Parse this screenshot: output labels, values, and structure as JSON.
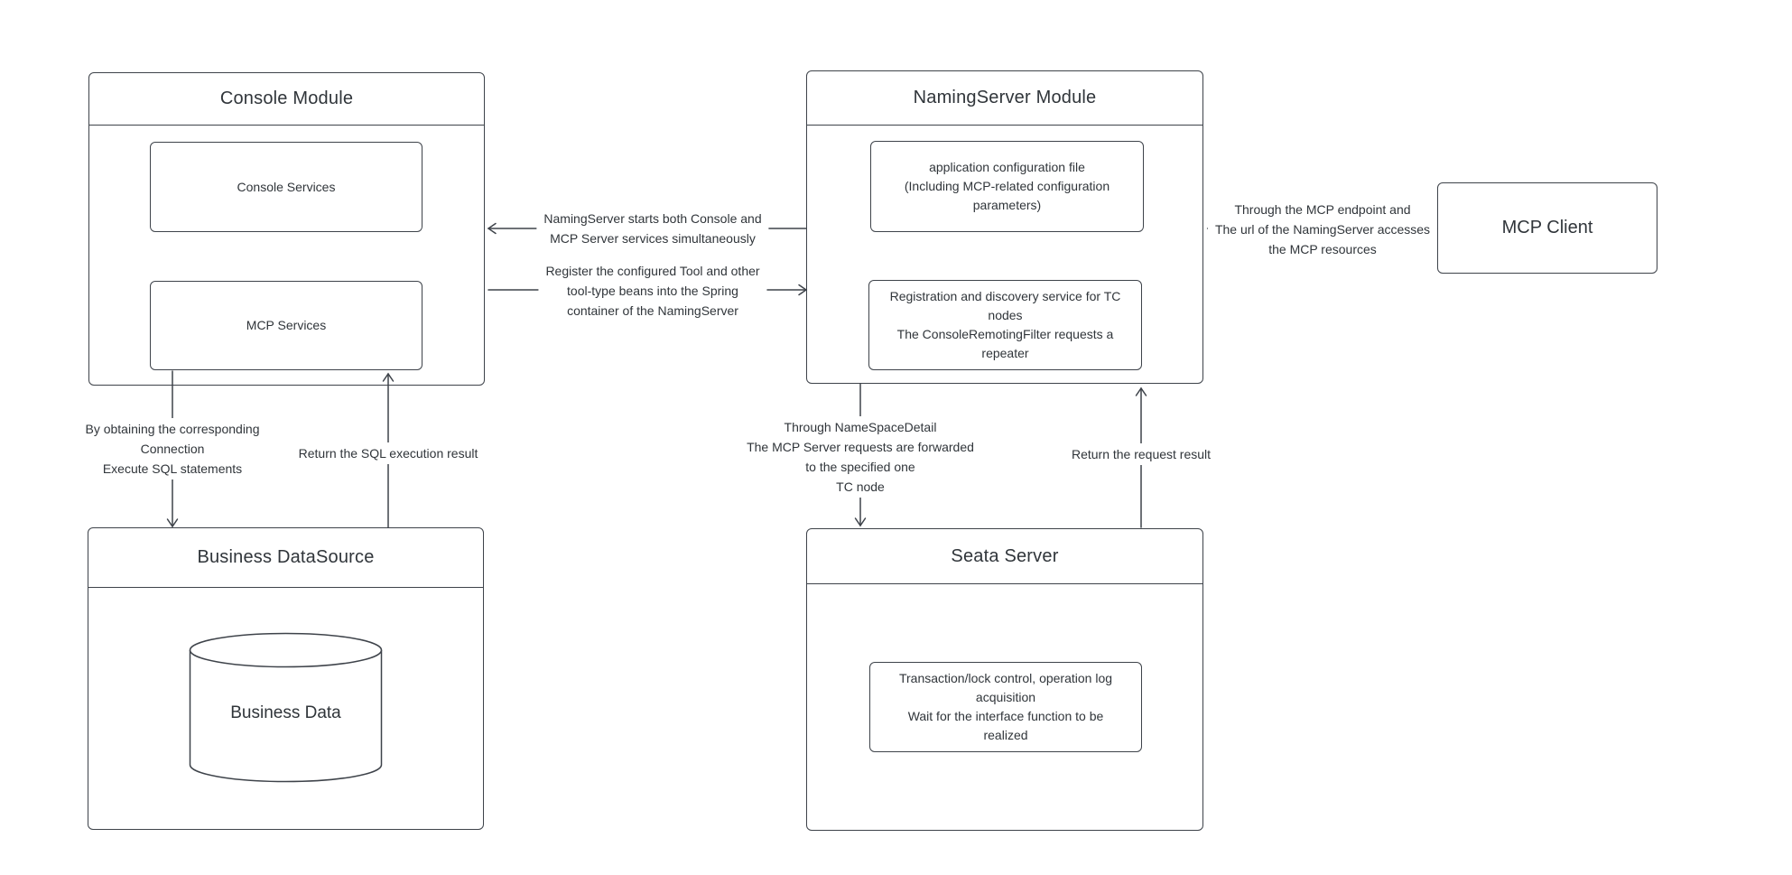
{
  "colors": {
    "stroke": "#3e434a",
    "text": "#30353a",
    "background": "#ffffff"
  },
  "nodes": {
    "console_module": {
      "title": "Console Module"
    },
    "console_services": {
      "label": "Console Services"
    },
    "mcp_services": {
      "label": "MCP Services"
    },
    "namingserver_module": {
      "title": "NamingServer Module"
    },
    "app_config": {
      "label": "application configuration file\n(Including MCP-related configuration\nparameters)"
    },
    "registration": {
      "label": "Registration and discovery service for TC\nnodes\nThe ConsoleRemotingFilter requests a\nrepeater"
    },
    "mcp_client": {
      "title": "MCP Client"
    },
    "business_datasource": {
      "title": "Business DataSource"
    },
    "business_data": {
      "label": "Business Data"
    },
    "seata_server": {
      "title": "Seata Server"
    },
    "transaction": {
      "label": "Transaction/lock control, operation log\nacquisition\nWait for the interface function to be\nrealized"
    }
  },
  "edges": {
    "naming_starts": {
      "label": "NamingServer starts both Console and\nMCP Server services simultaneously"
    },
    "register_tools": {
      "label": "Register the configured Tool and other\ntool-type beans into the Spring\ncontainer of the NamingServer"
    },
    "mcp_endpoint": {
      "label": "Through the MCP endpoint and\nThe url of the NamingServer accesses\nthe MCP resources"
    },
    "execute_sql": {
      "label": "By obtaining the corresponding\nConnection\nExecute SQL statements"
    },
    "sql_return": {
      "label": "Return the SQL execution result"
    },
    "namespace_forward": {
      "label": "Through NameSpaceDetail\nThe MCP Server requests are forwarded\nto the specified one\nTC node"
    },
    "request_return": {
      "label": "Return the request result"
    }
  }
}
